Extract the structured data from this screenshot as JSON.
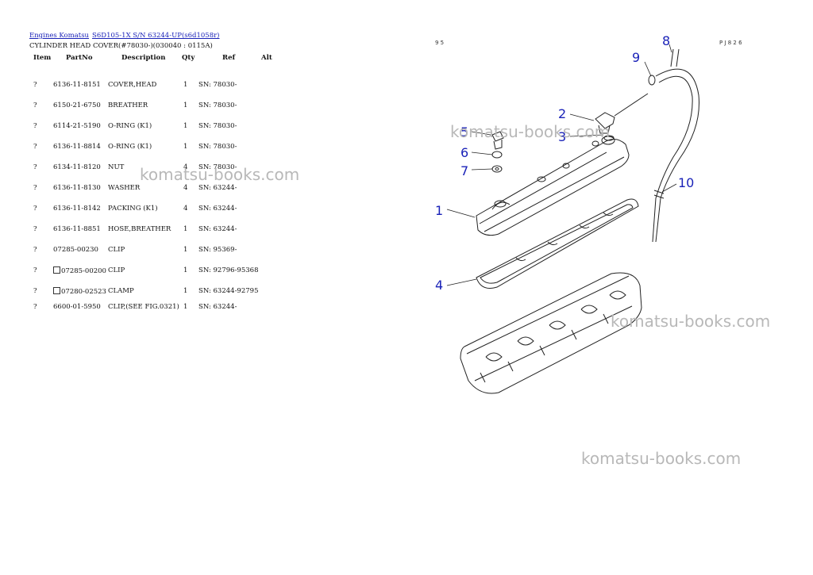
{
  "breadcrumb": {
    "link1": "Engines Komatsu",
    "link2": "S6D105-1X S/N 63244-UP(s6d1058r)"
  },
  "subtitle": "CYLINDER HEAD COVER(#78030-)(030040 : 0115A)",
  "columns": {
    "item": "Item",
    "partno": "PartNo",
    "description": "Description",
    "qty": "Qty",
    "ref": "Ref",
    "alt": "Alt"
  },
  "rows": [
    {
      "item": "?",
      "partno": "6136-11-8151",
      "description": "COVER,HEAD",
      "qty": "1",
      "ref": "SN: 78030-"
    },
    {
      "item": "?",
      "partno": "6150-21-6750",
      "description": "BREATHER",
      "qty": "1",
      "ref": "SN: 78030-"
    },
    {
      "item": "?",
      "partno": "6114-21-5190",
      "description": "O-RING (K1)",
      "qty": "1",
      "ref": "SN: 78030-"
    },
    {
      "item": "?",
      "partno": "6136-11-8814",
      "description": "O-RING (K1)",
      "qty": "1",
      "ref": "SN: 78030-"
    },
    {
      "item": "?",
      "partno": "6134-11-8120",
      "description": "NUT",
      "qty": "4",
      "ref": "SN: 78030-"
    },
    {
      "item": "?",
      "partno": "6136-11-8130",
      "description": "WASHER",
      "qty": "4",
      "ref": "SN: 63244-"
    },
    {
      "item": "?",
      "partno": "6136-11-8142",
      "description": "PACKING (K1)",
      "qty": "4",
      "ref": "SN: 63244-"
    },
    {
      "item": "?",
      "partno": "6136-11-8851",
      "description": "HOSE,BREATHER",
      "qty": "1",
      "ref": "SN: 63244-"
    },
    {
      "item": "?",
      "partno": "07285-00230",
      "description": "CLIP",
      "qty": "1",
      "ref": "SN: 95369-"
    },
    {
      "item": "?",
      "partno": "07285-00200",
      "description": "CLIP",
      "qty": "1",
      "ref": "SN: 92796-95368"
    },
    {
      "item": "?",
      "partno": "07280-02523",
      "description": "CLAMP",
      "qty": "1",
      "ref": "SN: 63244-92795"
    },
    {
      "item": "?",
      "partno": "6600-01-5950",
      "description": "CLIP,(SEE FIG.0321)",
      "qty": "1",
      "ref": "SN: 63244-"
    }
  ],
  "watermark": "komatsu-books.com",
  "diagram": {
    "corner_left": "9 5",
    "corner_right": "P J 8 2 6",
    "callouts": [
      "1",
      "2",
      "3",
      "4",
      "5",
      "6",
      "7",
      "8",
      "9",
      "10"
    ]
  }
}
